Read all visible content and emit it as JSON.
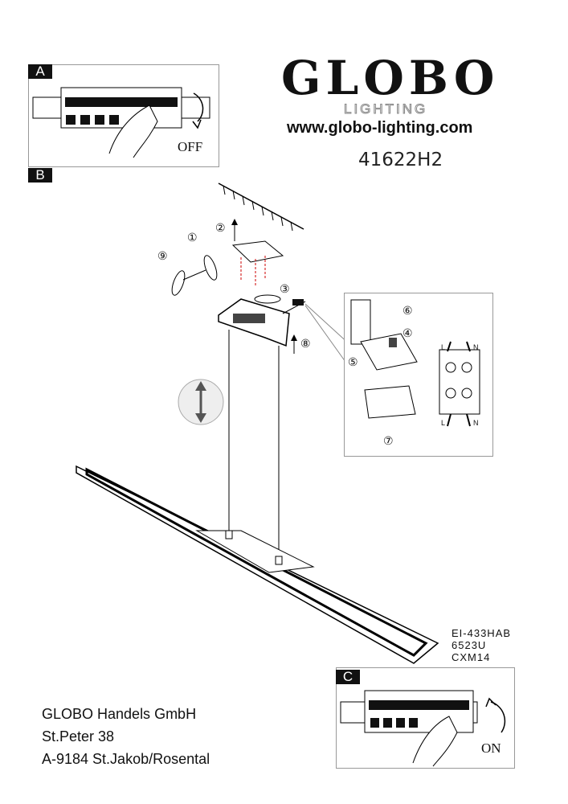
{
  "brand": {
    "logo": "GLOBO",
    "sub": "LIGHTING",
    "url": "www.globo-lighting.com"
  },
  "model": "41622H2",
  "steps": {
    "a": "A",
    "b": "B",
    "c": "C",
    "off": "OFF",
    "on": "ON"
  },
  "callouts": [
    "①",
    "②",
    "③",
    "④",
    "⑤",
    "⑥",
    "⑦",
    "⑧",
    "⑨"
  ],
  "wiring": {
    "l": "L",
    "n": "N"
  },
  "codes": [
    "EI-433HAB",
    "6523U",
    "CXM14"
  ],
  "address": [
    "GLOBO Handels GmbH",
    "St.Peter 38",
    "A-9184 St.Jakob/Rosental"
  ]
}
